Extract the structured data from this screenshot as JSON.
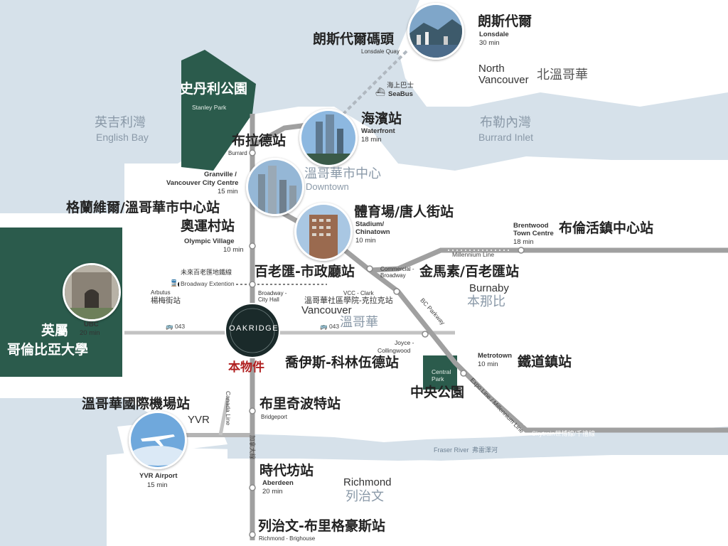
{
  "colors": {
    "water": "#d6e1ea",
    "land": "#ffffff",
    "park": "#2b5b4c",
    "rail_line": "#9b9b9b",
    "route_line": "#b8b8b8",
    "seabus": "#b0b8c0",
    "property_circle": "#1a2a2a",
    "property_label": "#b02020"
  },
  "icons": {
    "bus": "bus-icon",
    "train": "train-icon",
    "ferry": "ferry-icon",
    "property": "property-logo"
  },
  "parks": {
    "stanley": {
      "zh": "史丹利公園",
      "en": "Stanley Park"
    },
    "central": {
      "en_line1": "Central",
      "en_line2": "Park",
      "zh": "中央公園"
    },
    "ubc": {
      "zh_line1": "英屬",
      "zh_line2": "哥倫比亞大學"
    }
  },
  "water": {
    "english_bay": {
      "zh": "英吉利灣",
      "en": "English Bay"
    },
    "burrard_inlet": {
      "zh": "布勒內灣",
      "en": "Burrard Inlet"
    },
    "fraser_river": {
      "en": "Fraser River",
      "zh": "弗雷澤河"
    }
  },
  "areas": {
    "north_vancouver": {
      "en_line1": "North",
      "en_line2": "Vancouver",
      "zh": "北溫哥華"
    },
    "downtown": {
      "zh": "溫哥華市中心",
      "en": "Downtown"
    },
    "vancouver": {
      "en": "Vancouver",
      "zh": "溫哥華"
    },
    "burnaby": {
      "en": "Burnaby",
      "zh": "本那比"
    },
    "richmond": {
      "en": "Richmond",
      "zh": "列治文"
    },
    "yvr": {
      "en": "YVR"
    }
  },
  "property": {
    "logo": "OAKRIDGE",
    "zh": "本物件"
  },
  "lines": {
    "canada_line": "Canada Line",
    "canada_line_zh": "加拿大線",
    "skytrain": "Skytrain世博線/千禧線",
    "expo_millennium": "Expo Line / Millennium Line",
    "millennium": "Millennium Line",
    "broadway_extension_zh": "未來百老匯地鐵線",
    "broadway_extension_en": "Broadway Extention",
    "bc_parkway": "BC Parkway",
    "bus_043_a": "043",
    "bus_043_b": "043",
    "seabus_zh": "海上巴士",
    "seabus_en": "SeaBus"
  },
  "stations": {
    "lonsdale_quay": {
      "zh": "朗斯代爾碼頭",
      "en": "Lonsdale Quay"
    },
    "lonsdale": {
      "zh": "朗斯代爾",
      "en": "Lonsdale",
      "time": "30 min"
    },
    "waterfront": {
      "zh": "海濱站",
      "en": "Waterfront",
      "time": "18 min"
    },
    "burrard": {
      "zh": "布拉德站",
      "en": "Burrard"
    },
    "granville": {
      "zh": "格蘭維爾/溫哥華市中心站",
      "en_line1": "Granville /",
      "en_line2": "Vancouver City Centre",
      "time": "15 min"
    },
    "stadium": {
      "zh": "體育場/唐人街站",
      "en_line1": "Stadium/",
      "en_line2": "Chinatown",
      "time": "10 min"
    },
    "olympic_village": {
      "zh": "奧運村站",
      "en": "Olympic Village",
      "time": "10 min"
    },
    "brentwood": {
      "zh": "布倫活鎮中心站",
      "en_line1": "Brentwood",
      "en_line2": "Town Centre",
      "time": "18 min"
    },
    "broadway_city_hall": {
      "zh": "百老匯-市政廳站",
      "en_line1": "Broadway -",
      "en_line2": "City Hall"
    },
    "commercial_broadway": {
      "zh": "金馬素/百老匯站",
      "en_line1": "Commercial -",
      "en_line2": "Broadway"
    },
    "arbutus": {
      "zh": "楊梅街站",
      "en": "Arbutus"
    },
    "vcc_clark": {
      "zh": "溫哥華社區學院-克拉克站",
      "en": "VCC - Clark"
    },
    "ubc": {
      "en": "UBC",
      "time": "20 min"
    },
    "joyce": {
      "zh": "喬伊斯-科林伍德站",
      "en_line1": "Joyce -",
      "en_line2": "Collingwood"
    },
    "metrotown": {
      "zh": "鐵道鎮站",
      "en": "Metrotown",
      "time": "10 min"
    },
    "yvr_airport": {
      "zh": "溫哥華國際機場站",
      "en": "YVR Airport",
      "time": "15 min"
    },
    "bridgeport": {
      "zh": "布里奇波特站",
      "en": "Bridgeport"
    },
    "aberdeen": {
      "zh": "時代坊站",
      "en": "Aberdeen",
      "time": "20 min"
    },
    "brighouse": {
      "zh": "列治文-布里格豪斯站",
      "en": "Richmond - Brighouse"
    }
  }
}
